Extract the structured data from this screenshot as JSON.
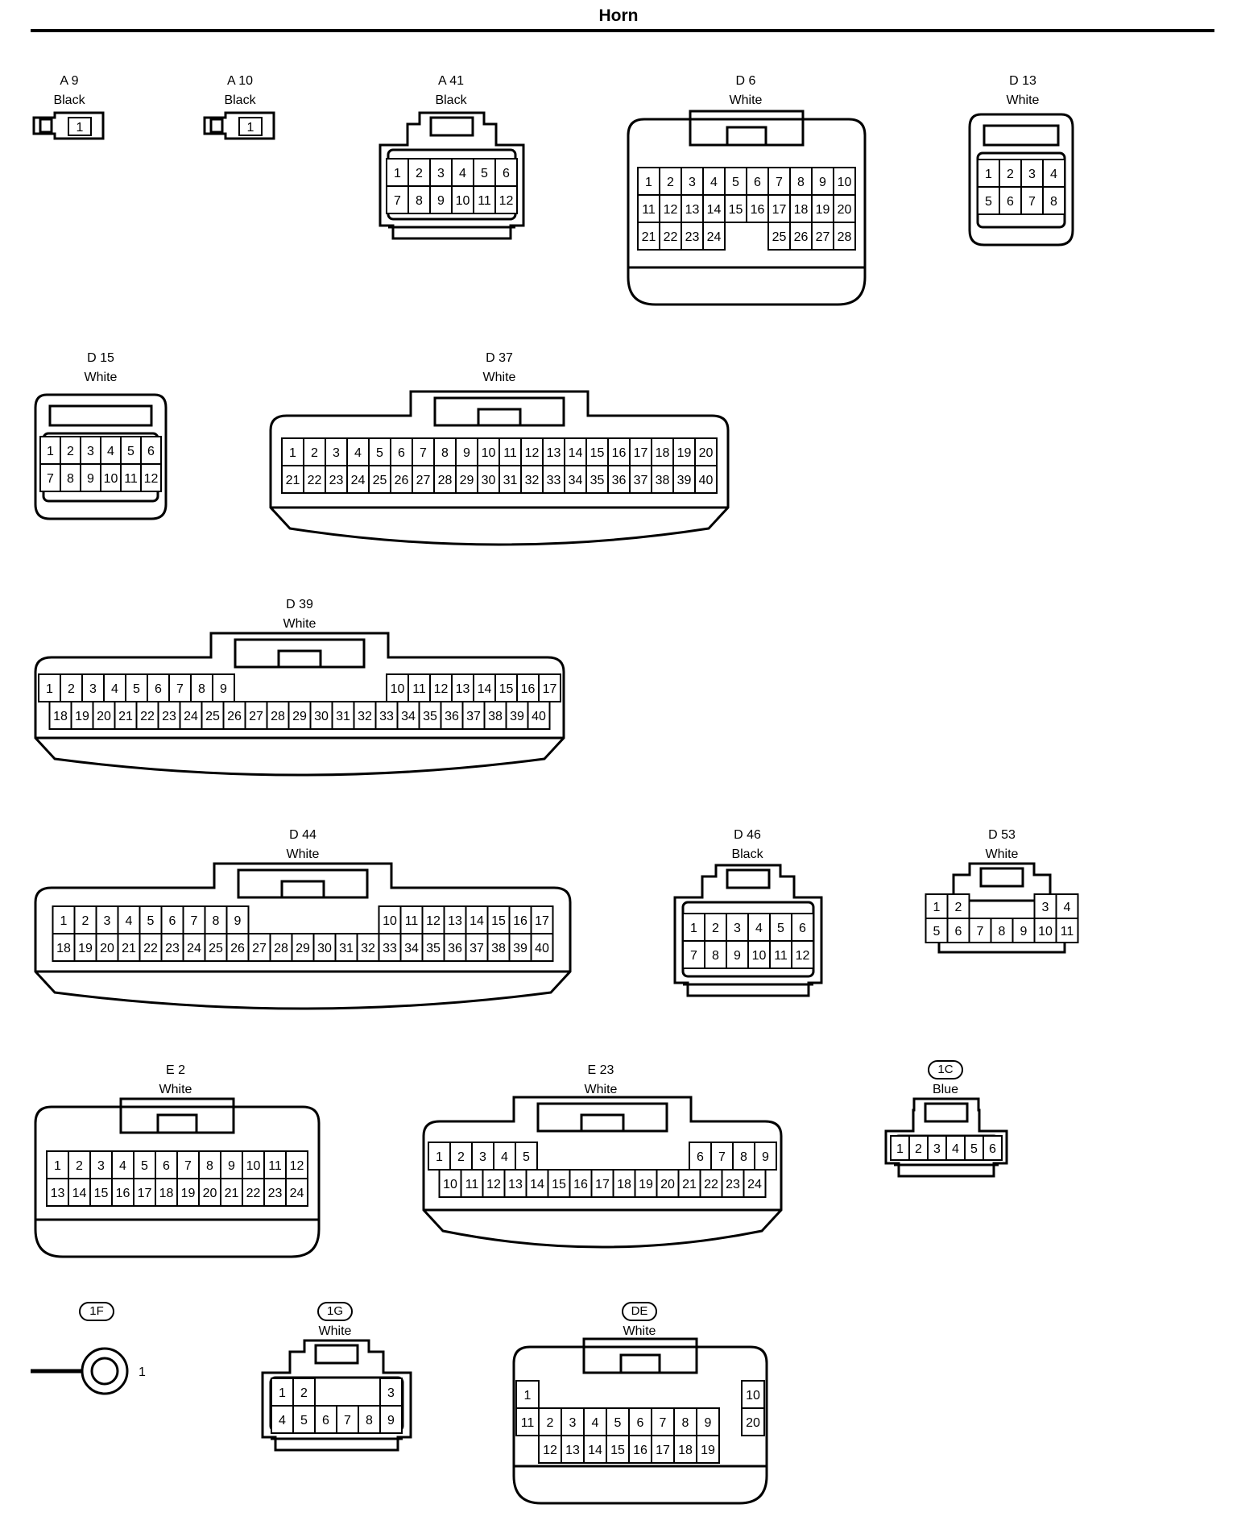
{
  "title": "Horn",
  "connectors": [
    {
      "id": "A9",
      "name": "A 9",
      "color": "Black",
      "pins": [
        [
          1
        ]
      ]
    },
    {
      "id": "A10",
      "name": "A 10",
      "color": "Black",
      "pins": [
        [
          1
        ]
      ]
    },
    {
      "id": "A41",
      "name": "A 41",
      "color": "Black",
      "pins": [
        [
          1,
          2,
          3,
          4,
          5,
          6
        ],
        [
          7,
          8,
          9,
          10,
          11,
          12
        ]
      ]
    },
    {
      "id": "D6",
      "name": "D 6",
      "color": "White",
      "pins": [
        [
          1,
          2,
          3,
          4,
          5,
          6,
          7,
          8,
          9,
          10
        ],
        [
          11,
          12,
          13,
          14,
          15,
          16,
          17,
          18,
          19,
          20
        ],
        [
          21,
          22,
          23,
          24,
          null,
          null,
          25,
          26,
          27,
          28
        ]
      ]
    },
    {
      "id": "D13",
      "name": "D 13",
      "color": "White",
      "pins": [
        [
          1,
          2,
          3,
          4
        ],
        [
          5,
          6,
          7,
          8
        ]
      ]
    },
    {
      "id": "D15",
      "name": "D 15",
      "color": "White",
      "pins": [
        [
          1,
          2,
          3,
          4,
          5,
          6
        ],
        [
          7,
          8,
          9,
          10,
          11,
          12
        ]
      ]
    },
    {
      "id": "D37",
      "name": "D 37",
      "color": "White",
      "pins": [
        [
          1,
          2,
          3,
          4,
          5,
          6,
          7,
          8,
          9,
          10,
          11,
          12,
          13,
          14,
          15,
          16,
          17,
          18,
          19,
          20
        ],
        [
          21,
          22,
          23,
          24,
          25,
          26,
          27,
          28,
          29,
          30,
          31,
          32,
          33,
          34,
          35,
          36,
          37,
          38,
          39,
          40
        ]
      ]
    },
    {
      "id": "D39",
      "name": "D 39",
      "color": "White",
      "pins": [
        [
          1,
          2,
          3,
          4,
          5,
          6,
          7,
          8,
          9,
          null,
          null,
          null,
          null,
          null,
          null,
          null,
          10,
          11,
          12,
          13,
          14,
          15,
          16,
          17
        ],
        [
          18,
          19,
          20,
          21,
          22,
          23,
          24,
          25,
          26,
          27,
          28,
          29,
          30,
          31,
          32,
          33,
          34,
          35,
          36,
          37,
          38,
          39,
          40
        ]
      ]
    },
    {
      "id": "D44",
      "name": "D 44",
      "color": "White",
      "pins": [
        [
          1,
          2,
          3,
          4,
          5,
          6,
          7,
          8,
          9,
          null,
          null,
          null,
          null,
          null,
          null,
          10,
          11,
          12,
          13,
          14,
          15,
          16,
          17
        ],
        [
          18,
          19,
          20,
          21,
          22,
          23,
          24,
          25,
          26,
          27,
          28,
          29,
          30,
          31,
          32,
          33,
          34,
          35,
          36,
          37,
          38,
          39,
          40
        ]
      ]
    },
    {
      "id": "D46",
      "name": "D 46",
      "color": "Black",
      "pins": [
        [
          1,
          2,
          3,
          4,
          5,
          6
        ],
        [
          7,
          8,
          9,
          10,
          11,
          12
        ]
      ]
    },
    {
      "id": "D53",
      "name": "D 53",
      "color": "White",
      "pins": [
        [
          1,
          2,
          null,
          null,
          null,
          3,
          4
        ],
        [
          5,
          6,
          7,
          8,
          9,
          10,
          11
        ]
      ]
    },
    {
      "id": "E2",
      "name": "E 2",
      "color": "White",
      "pins": [
        [
          1,
          2,
          3,
          4,
          5,
          6,
          7,
          8,
          9,
          10,
          11,
          12
        ],
        [
          13,
          14,
          15,
          16,
          17,
          18,
          19,
          20,
          21,
          22,
          23,
          24
        ]
      ]
    },
    {
      "id": "E23",
      "name": "E 23",
      "color": "White",
      "pins": [
        [
          1,
          2,
          3,
          4,
          5,
          null,
          null,
          null,
          null,
          null,
          null,
          null,
          6,
          7,
          8,
          9
        ],
        [
          10,
          11,
          12,
          13,
          14,
          15,
          16,
          17,
          18,
          19,
          20,
          21,
          22,
          23,
          24
        ]
      ]
    },
    {
      "id": "1C",
      "name": "1C",
      "color": "Blue",
      "pins": [
        [
          1,
          2,
          3,
          4,
          5,
          6
        ]
      ]
    },
    {
      "id": "1F",
      "name": "1F",
      "color": "",
      "pins": [
        [
          1
        ]
      ]
    },
    {
      "id": "1G",
      "name": "1G",
      "color": "White",
      "pins": [
        [
          1,
          2,
          null,
          null,
          null,
          3
        ],
        [
          4,
          5,
          6,
          7,
          8,
          9
        ]
      ]
    },
    {
      "id": "DE",
      "name": "DE",
      "color": "White",
      "pins": [
        [
          1,
          null,
          null,
          null,
          null,
          null,
          null,
          null,
          null,
          null,
          10
        ],
        [
          11,
          2,
          3,
          4,
          5,
          6,
          7,
          8,
          9,
          null,
          20
        ],
        [
          null,
          12,
          13,
          14,
          15,
          16,
          17,
          18,
          19,
          null,
          null
        ]
      ]
    }
  ]
}
